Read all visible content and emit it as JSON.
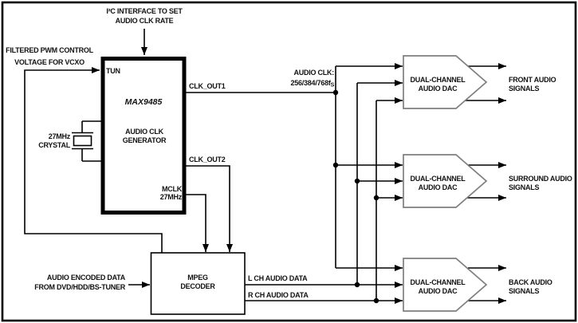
{
  "diagram": {
    "annotations": {
      "i2c_line1": "I²C INTERFACE TO SET",
      "i2c_line2": "AUDIO CLK RATE",
      "pwm_line1": "FILTERED PWM CONTROL",
      "pwm_line2": "VOLTAGE FOR VCXO",
      "crystal_line1": "27MHz",
      "crystal_line2": "CRYSTAL",
      "audio_clk_line1": "AUDIO CLK:",
      "audio_clk_value": "256/384/768f",
      "audio_clk_sub": "S",
      "source_line1": "AUDIO ENCODED DATA",
      "source_line2": "FROM DVD/HDD/BS-TUNER",
      "l_ch": "L CH AUDIO DATA",
      "r_ch": "R CH AUDIO DATA"
    },
    "max9485": {
      "tun_pin": "TUN",
      "part": "MAX9485",
      "func_line1": "AUDIO CLK",
      "func_line2": "GENERATOR",
      "clk_out1_pin": "CLK_OUT1",
      "clk_out2_pin": "CLK_OUT2",
      "mclk_line1": "MCLK",
      "mclk_line2": "27MHz"
    },
    "mpeg_decoder": {
      "line1": "MPEG",
      "line2": "DECODER"
    },
    "dacs": [
      {
        "label_line1": "DUAL-CHANNEL",
        "label_line2": "AUDIO DAC",
        "output_line1": "FRONT AUDIO",
        "output_line2": "SIGNALS"
      },
      {
        "label_line1": "DUAL-CHANNEL",
        "label_line2": "AUDIO DAC",
        "output_line1": "SURROUND AUDIO",
        "output_line2": "SIGNALS"
      },
      {
        "label_line1": "DUAL-CHANNEL",
        "label_line2": "AUDIO DAC",
        "output_line1": "BACK AUDIO",
        "output_line2": "SIGNALS"
      }
    ],
    "colors": {
      "wire": "#000000",
      "dac_outline": "#7f7f7f",
      "text": "#121212",
      "background": "#ffffff"
    }
  }
}
